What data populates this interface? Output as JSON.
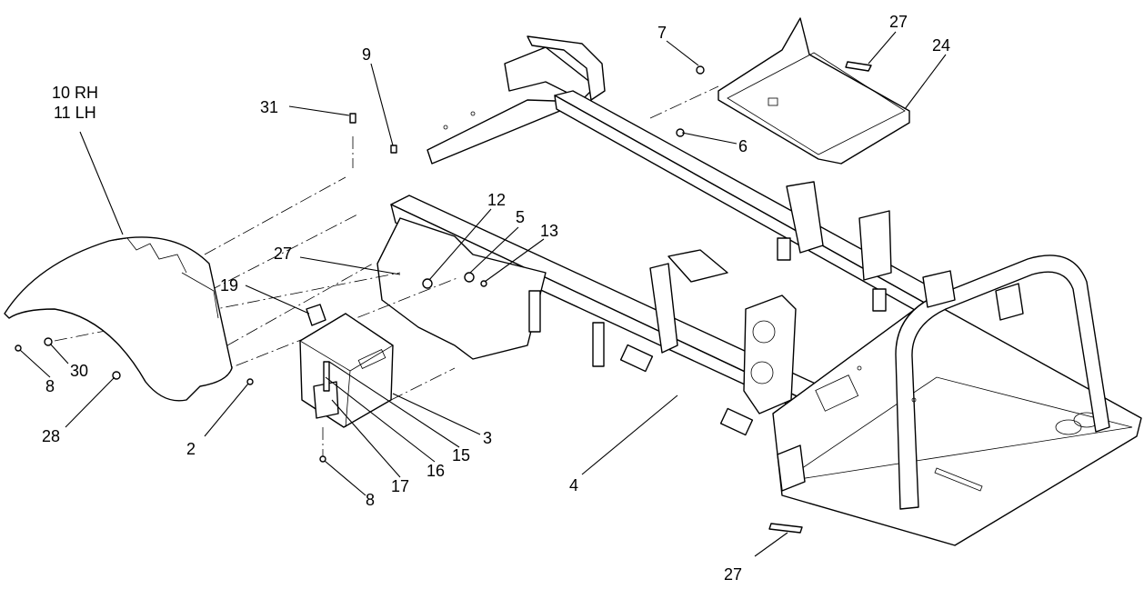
{
  "callouts": {
    "fender_line1": "10 RH",
    "fender_line2": "11 LH",
    "c31": "31",
    "c9": "9",
    "c7": "7",
    "c27_top": "27",
    "c24": "24",
    "c6": "6",
    "c12": "12",
    "c5": "5",
    "c13": "13",
    "c27_mid": "27",
    "c19": "19",
    "c30": "30",
    "c8_left": "8",
    "c28": "28",
    "c2": "2",
    "c3": "3",
    "c15": "15",
    "c16": "16",
    "c17": "17",
    "c8_bottom": "8",
    "c4": "4",
    "c27_bottom": "27"
  }
}
